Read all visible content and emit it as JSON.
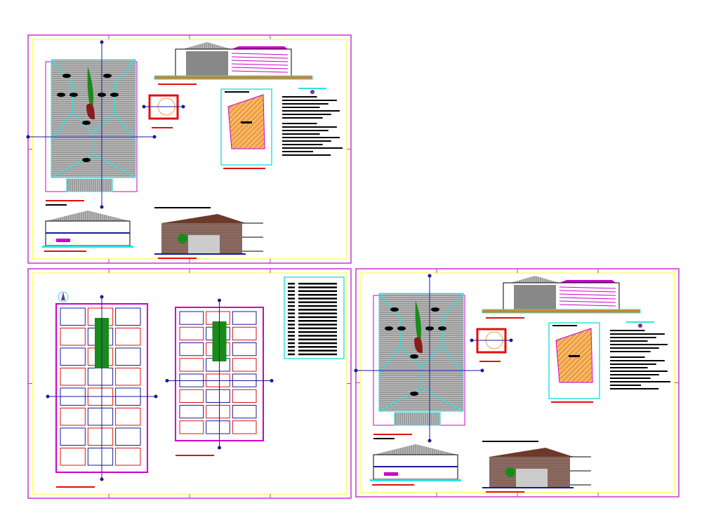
{
  "colors": {
    "background": "#ffffff",
    "sheet_border": "#cc33cc",
    "inner_border": "#ffff66",
    "dimension": "#cc00cc",
    "axis": "#1a1a99",
    "outline": "#33e0e0",
    "roof": "#9a9a9a",
    "hatch_fill": "#f0a040",
    "brick": "#8a6a60",
    "roof_brown": "#6b3a2a",
    "red": "#e01010",
    "green": "#1a8a1a",
    "text": "#000000"
  },
  "sheets": [
    {
      "type": "roof-plan-and-elevations"
    },
    {
      "type": "floor-plans"
    },
    {
      "type": "roof-plan-and-elevations"
    }
  ]
}
